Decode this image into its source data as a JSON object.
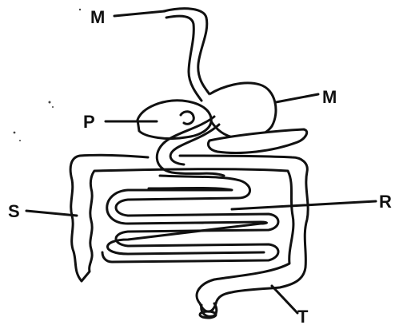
{
  "labels": {
    "esophagus": "M",
    "stomach": "M",
    "liver": "P",
    "small_intestine": "R",
    "large_intestine": "S",
    "rectum": "T"
  },
  "colors": {
    "ink": "#111111",
    "background": "#ffffff"
  }
}
